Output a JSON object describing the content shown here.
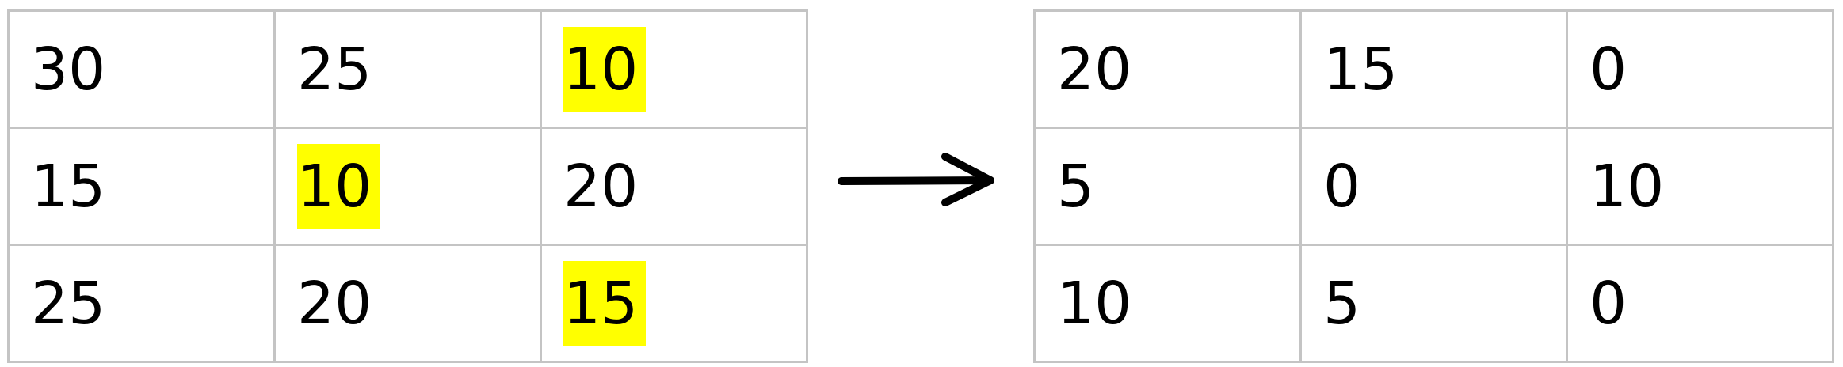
{
  "colors": {
    "highlight": "#ffff00",
    "grid_line": "#c4c4c4",
    "text": "#000000"
  },
  "icons": {
    "arrow": "right-arrow-icon"
  },
  "left_matrix": {
    "rows": [
      [
        "30",
        "25",
        "10"
      ],
      [
        "15",
        "10",
        "20"
      ],
      [
        "25",
        "20",
        "15"
      ]
    ],
    "highlighted": [
      [
        0,
        2
      ],
      [
        1,
        1
      ],
      [
        2,
        2
      ]
    ]
  },
  "right_matrix": {
    "rows": [
      [
        "20",
        "15",
        "0"
      ],
      [
        "5",
        "0",
        "10"
      ],
      [
        "10",
        "5",
        "0"
      ]
    ]
  }
}
